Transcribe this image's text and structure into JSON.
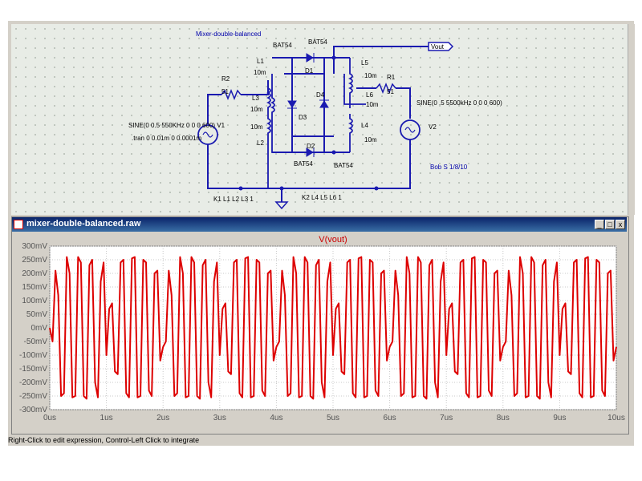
{
  "schematic": {
    "title": "Mixer-double-balanced",
    "labels": {
      "bat_top": "BAT54",
      "bat_top2": "BAT54",
      "vout": "Vout",
      "l1": "L1",
      "l1_val": "10m",
      "d1": "D1",
      "l5": "L5",
      "l5_val": "10m",
      "r2": "R2",
      "r2_val": "51",
      "l3": "L3",
      "l3_val": "10m",
      "d4": "D4",
      "l6": "L6",
      "l6_val": "10m",
      "r1": "R1",
      "r1_val": "51",
      "v2_src": "SINE(0 .5 5500kHz 0 0 0 600)",
      "v1_src": "SINE(0 0.5 550KHz 0 0 0 600) V1",
      "d3": "D3",
      "l2_val": "10m",
      "l4": "L4",
      "v2": "V2",
      "tran": ".tran 0 0.01m 0 0.0001m",
      "l2": "L2",
      "l4_val": "10m",
      "d2": "D2",
      "bat_bottom": "BAT54",
      "bat_bottom2": "BAT54",
      "author": "Bob S 1/8/10",
      "k1": "K1 L1 L2 L3 1",
      "k2": "K2 L4 L5 L6 1"
    }
  },
  "waveform_window": {
    "title": "mixer-double-balanced.raw",
    "buttons": {
      "minimize": "_",
      "restore": "□",
      "close": "x"
    }
  },
  "status_bar": "Right-Click to edit expression, Control-Left Click to integrate",
  "colors": {
    "trace": "#dd0000",
    "wire": "#1a1ab0",
    "titlebar": "#0a246a"
  },
  "chart_data": {
    "type": "line",
    "title": "V(vout)",
    "x_unit": "us",
    "y_unit": "mV",
    "xlim": [
      0,
      10
    ],
    "ylim": [
      -300,
      300
    ],
    "x_ticks": [
      "0us",
      "1us",
      "2us",
      "3us",
      "4us",
      "5us",
      "6us",
      "7us",
      "8us",
      "9us",
      "10us"
    ],
    "y_ticks": [
      "300mV",
      "250mV",
      "200mV",
      "150mV",
      "100mV",
      "50mV",
      "0mV",
      "-50mV",
      "-100mV",
      "-150mV",
      "-200mV",
      "-250mV",
      "-300mV"
    ],
    "grid": true,
    "series": [
      {
        "name": "V(vout)",
        "color": "#dd0000",
        "x": [
          0,
          0.05,
          0.1,
          0.15,
          0.2,
          0.25,
          0.3,
          0.35,
          0.4,
          0.45,
          0.5,
          0.55,
          0.6,
          0.65,
          0.7,
          0.75,
          0.8,
          0.85,
          0.9,
          0.95,
          1.0,
          1.05,
          1.1,
          1.15,
          1.2,
          1.25,
          1.3,
          1.35,
          1.4,
          1.45,
          1.5,
          1.55,
          1.6,
          1.65,
          1.7,
          1.75,
          1.8,
          1.85,
          1.9,
          1.95,
          2.0
        ],
        "y": [
          0,
          -50,
          210,
          120,
          -250,
          -240,
          260,
          200,
          -255,
          -250,
          260,
          240,
          -250,
          -260,
          230,
          250,
          -200,
          -255,
          170,
          240,
          -100,
          70,
          90,
          -160,
          -170,
          240,
          250,
          -240,
          -255,
          255,
          260,
          -255,
          -250,
          250,
          240,
          -230,
          -250,
          200,
          210,
          -120,
          -70
        ]
      }
    ]
  }
}
